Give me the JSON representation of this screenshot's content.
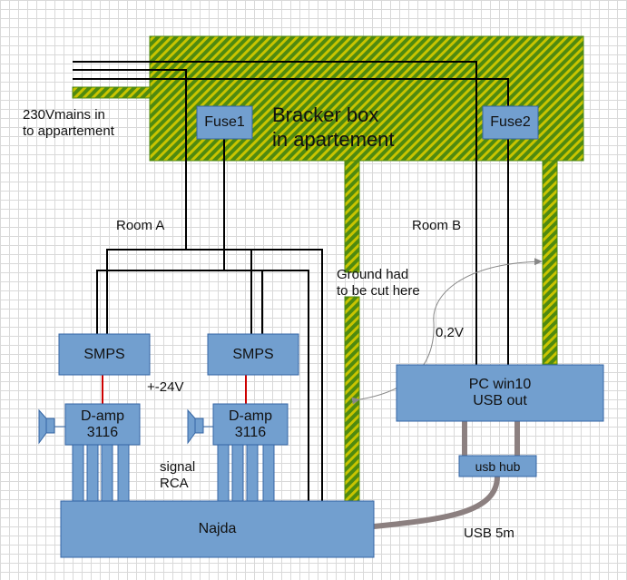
{
  "bracker_box": {
    "line1": "Bracker box",
    "line2": "in apartement"
  },
  "fuse1": "Fuse1",
  "fuse2": "Fuse2",
  "mains": {
    "line1": "230Vmains in",
    "line2": "to appartement"
  },
  "room_a": "Room A",
  "room_b": "Room B",
  "ground_note": {
    "line1": "Ground had",
    "line2": "to be cut here"
  },
  "voltage": "0,2V",
  "smps_left": "SMPS",
  "smps_right": "SMPS",
  "supply_voltage": "+-24V",
  "damp_left": {
    "line1": "D-amp",
    "line2": "3116"
  },
  "damp_right": {
    "line1": "D-amp",
    "line2": "3116"
  },
  "signal": {
    "line1": "signal",
    "line2": "RCA"
  },
  "najda": "Najda",
  "pc": {
    "line1": "PC win10",
    "line2": "USB out"
  },
  "usb_hub": "usb hub",
  "usb_cable": "USB 5m",
  "colors": {
    "box_blue": "#729fcf",
    "box_border": "#3465a4",
    "green": "#4f8a10",
    "yellow_stripe": "#c9c400",
    "wire": "#000000",
    "red_wire": "#cc0000",
    "cable_gray": "#8c8080",
    "arrow_gray": "#888888"
  },
  "icons": [
    "speaker-icon-left",
    "speaker-icon-right"
  ]
}
